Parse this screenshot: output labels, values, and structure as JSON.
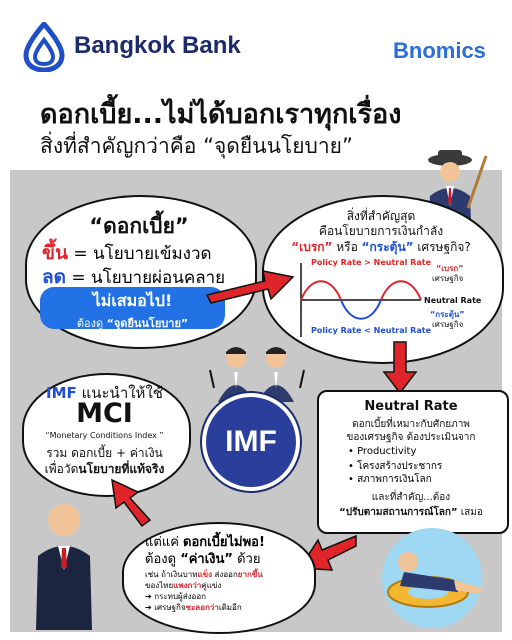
{
  "header": {
    "brand_name": "Bangkok Bank",
    "bnomics": "Bnomics",
    "title": "ดอกเบี้ย...ไม่ได้บอกเราทุกเรื่อง",
    "subtitle": "สิ่งที่สำคัญกว่าคือ “จุดยืนนโยบาย”"
  },
  "bubble1": {
    "heading": "“ดอกเบี้ย”",
    "up_word": "ขึ้น",
    "up_rest": " = นโยบายเข้มงวด",
    "down_word": "ลด",
    "down_rest": " = นโยบายผ่อนคลาย",
    "pill_line1": "ไม่เสมอไป!",
    "pill_line2a": "ต้องดู ",
    "pill_line2b": "“จุดยืนนโยบาย”"
  },
  "bubble2": {
    "line1": "สิ่งที่สำคัญสุด",
    "line2": "คือนโยบายการเงินกำลัง",
    "line3a": "“เบรก”",
    "line3b": " หรือ ",
    "line3c": "“กระตุ้น”",
    "line3d": " เศรษฐกิจ?",
    "chart": {
      "top_label": "Policy Rate > Neutral Rate",
      "bottom_label": "Policy Rate < Neutral Rate",
      "neutral_label": "Neutral Rate",
      "brake_label": "“เบรก”",
      "brake_sub": "เศรษฐกิจ",
      "stim_label": "“กระตุ้น”",
      "stim_sub": "เศรษฐกิจ"
    }
  },
  "bubble3": {
    "line1a": "IMF",
    "line1b": " แนะนำให้ใช้",
    "mci": "MCI",
    "mci_full": "“Monetary Conditions Index ”",
    "line3": "รวม ดอกเบี้ย + ค่าเงิน",
    "line4a": "เพื่อวัด",
    "line4b": "นโยบายที่แท้จริง"
  },
  "imf": {
    "label": "IMF"
  },
  "bubble4": {
    "title": "Neutral Rate",
    "line1": "ดอกเบี้ยที่เหมาะกับศักยภาพ",
    "line2": "ของเศรษฐกิจ ต้องประเมินจาก",
    "bullets": [
      "Productivity",
      "โครงสร้างประชากร",
      "สภาพการเงินโลก"
    ],
    "line3": "และที่สำคัญ...ต้อง",
    "line4a": "“ปรับตามสถานการณ์โลก”",
    "line4b": " เสมอ"
  },
  "bubble5": {
    "line1a": "แต่แค่ ",
    "line1b": "ดอกเบี้ยไม่พอ!",
    "line2a": "ต้องดู ",
    "line2b": "“ค่าเงิน”",
    "line2c": " ด้วย",
    "line3a": "เช่น ถ้าเงินบาท",
    "line3b": "แข็ง",
    "line3c": " ส่งออก",
    "line3d": "ยากขึ้น",
    "line4a": "ของไทย",
    "line4b": "แพงกว่า",
    "line4c": "คู่แข่ง",
    "line5": "➔ กระทบผู้ส่งออก",
    "line6a": "➔ เศรษฐกิจ",
    "line6b": "ชะลอกว่า",
    "line6c": "เดิมอีก"
  }
}
